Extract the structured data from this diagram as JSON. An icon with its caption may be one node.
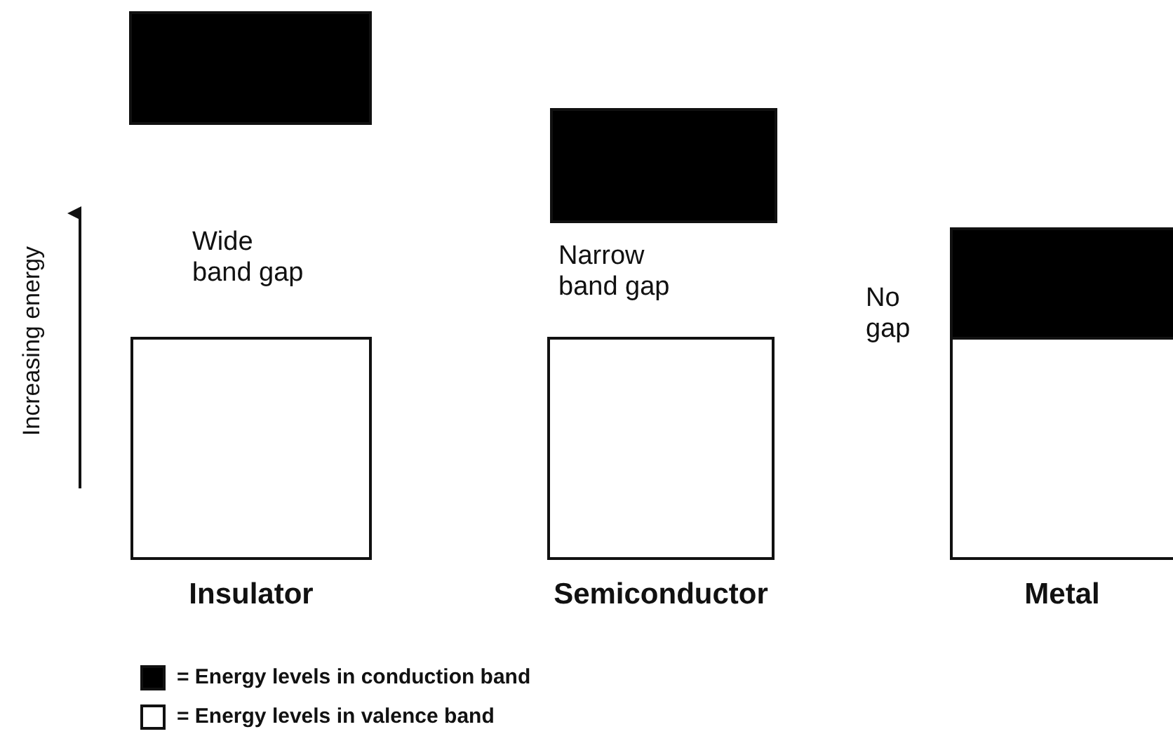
{
  "diagram": {
    "nodes": [
      {
        "text": [],
        "shape": "box"
      },
      {
        "text": [],
        "shape": "box"
      },
      {
        "text": [],
        "shape": "box"
      },
      {
        "text": [],
        "shape": "box"
      },
      {
        "text": [],
        "shape": "box"
      },
      {
        "text": [],
        "shape": "box"
      }
    ],
    "labels": [
      "Increasing energy",
      "Wide band gap",
      "Narrow band gap",
      "No gap",
      "Insulator",
      "Semiconductor",
      "Metal"
    ],
    "legend": [
      {
        "text": "= Energy levels in conduction band",
        "color": "#000000"
      },
      {
        "text": "= Energy levels in valence band",
        "color": "#ffffff"
      }
    ]
  }
}
